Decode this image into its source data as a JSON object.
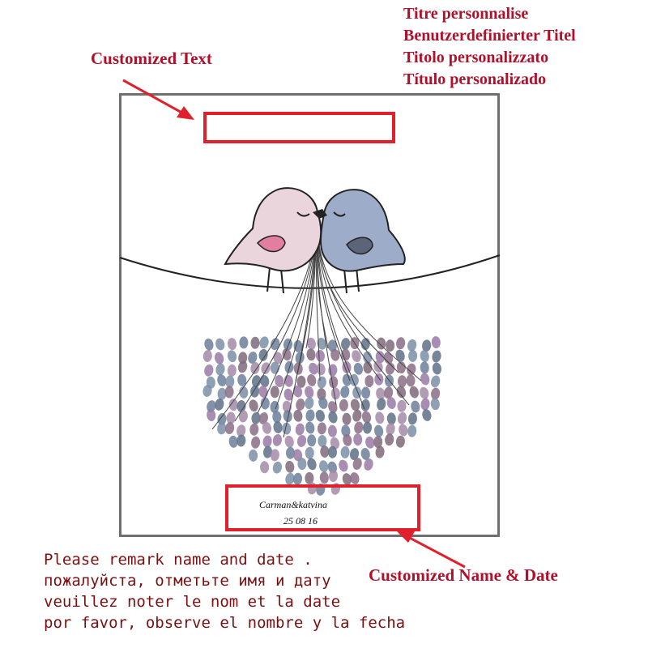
{
  "localized_titles": [
    "Titre personnalise",
    "Benutzerdefinierter Titel",
    "Titolo personalizzato",
    "Título personalizado"
  ],
  "callouts": {
    "customized_text": "Customized Text",
    "customized_name_date": "Customized Name & Date"
  },
  "sample": {
    "names": "Carman&katvina",
    "date": "25 08 16"
  },
  "remarks": [
    "Please remark name and date .",
    "пожалуйста, отметьте имя и дату",
    "veuillez noter le nom et la date",
    "por favor, observe el nombre y la fecha"
  ],
  "colors": {
    "label_red": "#b0102a",
    "box_red": "#e0202c",
    "pink_bird": "#ead5dc",
    "blue_bird": "#9dacc9",
    "remark_brown": "#7a1012"
  }
}
